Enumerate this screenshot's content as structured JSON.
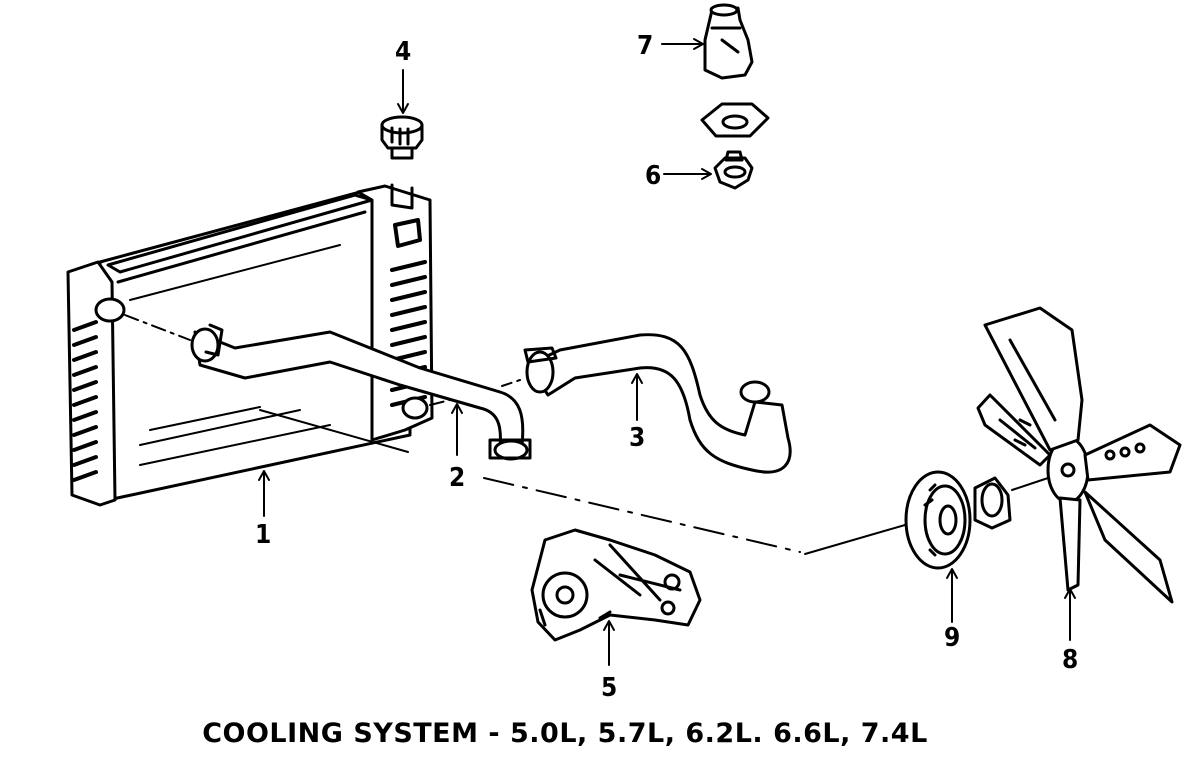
{
  "caption": "COOLING SYSTEM - 5.0L, 5.7L, 6.2L. 6.6L, 7.4L",
  "callouts": {
    "c1": "1",
    "c2": "2",
    "c3": "3",
    "c4": "4",
    "c5": "5",
    "c6": "6",
    "c7": "7",
    "c8": "8",
    "c9": "9"
  },
  "parts": {
    "p1": "radiator",
    "p2": "upper-radiator-hose",
    "p3": "lower-radiator-hose",
    "p4": "radiator-cap",
    "p5": "water-pump",
    "p6": "thermostat",
    "p7": "thermostat-housing",
    "p8": "fan-blade",
    "p9": "fan-clutch"
  }
}
